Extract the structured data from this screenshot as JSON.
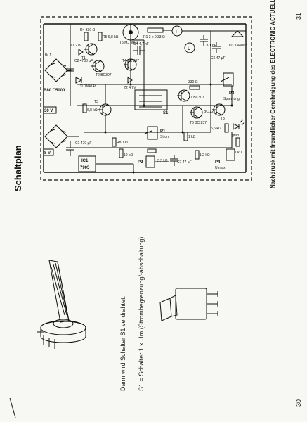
{
  "page_numbers": {
    "top": "31",
    "bottom": "30"
  },
  "heading": "Schaltplan",
  "note": "Nachdruck mit freundlicher Genehmigung des ELECTRONIC ACTUELL Magazins",
  "body_text": [
    "Dann wird Schalter S1 verdrahtet.",
    "S1 = Schalter 1 x Um (Strombegrenzung/-abschaltung)"
  ],
  "components": {
    "Br1": "Br 1",
    "B80": "B80 C5000",
    "V30": "30 V",
    "V8": "8 V",
    "IC1": "IC1",
    "ic1_type": "7905",
    "T1": "T1",
    "T2": "T2 BC307",
    "T3": "T3",
    "T4": "T4 BC 237",
    "T5": "T5 MJ 3001",
    "T6": "T6 BC 237",
    "T7": "T7 BC307",
    "T8": "T8",
    "P1": "P1",
    "P1_label": "Strom",
    "P2": "P2",
    "P3": "P3",
    "P3_label": "Spannung",
    "P4": "P4",
    "P4_label": "U max",
    "S1": "S1",
    "C2": "C2 4700 µF",
    "C1": "C1 470 µF",
    "C3": "C3 1 nF",
    "C4": "C4 4,7 nF",
    "C6": "C6 47 µF",
    "C7": "C7 47 µF",
    "R1": "R1 2 x 0,33 Ω",
    "R4": "R4 330 Ω",
    "R5": "R5 6,8 kΩ",
    "R8": "R8 1 kΩ",
    "D1": "D1 1N4148",
    "D3": "D3 1N4002",
    "ZD1": "Z1 27V",
    "ZD2": "Z2 4,7V",
    "T6_type": "BC 227",
    "D2_led": "grün",
    "R11": "1 kΩ",
    "R12": "1,2 kΩ",
    "R10": "330 Ω",
    "R13": "5,6 kΩ",
    "R14": "1 kΩ",
    "R7": "10 kΩ",
    "R9": "6,8 kΩ",
    "R15": "3,3 kΩ"
  }
}
